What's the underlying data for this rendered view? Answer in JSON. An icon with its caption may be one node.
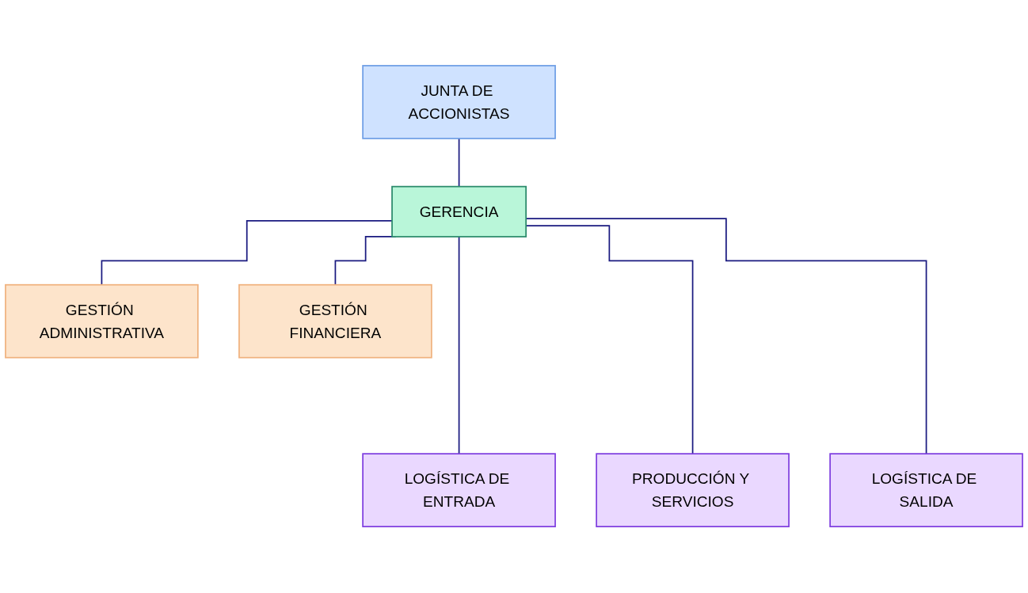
{
  "diagram": {
    "nodes": [
      {
        "text": [
          "JUNTA DE ACCIONISTAS"
        ]
      },
      {
        "text": [
          "GERENCIA"
        ]
      },
      {
        "text": [
          "GESTIÓN ADMINISTRATIVA"
        ]
      },
      {
        "text": [
          "GESTIÓN FINANCIERA"
        ]
      },
      {
        "text": [
          "LOGÍSTICA DE ENTRADA"
        ]
      },
      {
        "text": [
          "PRODUCCIÓN Y SERVICIOS"
        ]
      },
      {
        "text": [
          "LOGÍSTICA DE SALIDA"
        ]
      }
    ],
    "edges": [
      {
        "from": 0,
        "to": 1,
        "arrow": "none"
      },
      {
        "from": 1,
        "to": 2,
        "arrow": "none"
      },
      {
        "from": 1,
        "to": 3,
        "arrow": "none"
      },
      {
        "from": 1,
        "to": 4,
        "arrow": "none"
      },
      {
        "from": 1,
        "to": 5,
        "arrow": "none"
      },
      {
        "from": 1,
        "to": 6,
        "arrow": "none"
      }
    ]
  }
}
